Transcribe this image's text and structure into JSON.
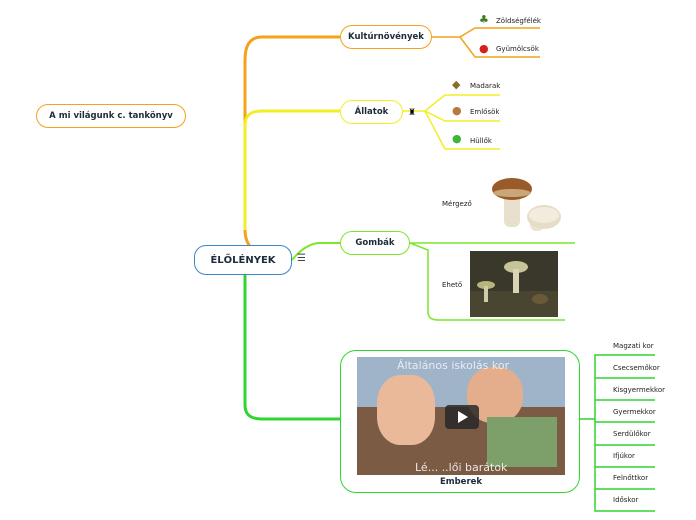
{
  "root": {
    "label": "ÉLŐLÉNYEK",
    "menu_icon": "☰"
  },
  "floating_note": {
    "label": "A mi világunk c. tankönyv"
  },
  "branches": {
    "kulturnovenyek": {
      "label": "Kultúrnövények",
      "children": [
        {
          "label": "Zöldségfélék",
          "icon": "broccoli-icon"
        },
        {
          "label": "Gyümölcsök",
          "icon": "apple-icon"
        }
      ]
    },
    "allatok": {
      "label": "Állatok",
      "side_icon": "penguin-icon",
      "children": [
        {
          "label": "Madarak",
          "icon": "duck-icon"
        },
        {
          "label": "Emlősök",
          "icon": "dog-icon"
        },
        {
          "label": "Hüllők",
          "icon": "frog-icon"
        }
      ]
    },
    "gombak": {
      "label": "Gombák",
      "children": [
        {
          "label": "Mérgező"
        },
        {
          "label": "Ehető"
        }
      ]
    },
    "emberek": {
      "label": "Emberek",
      "video": {
        "overlay_top": "Általános iskolás kor",
        "overlay_bottom": "Lé... ..lői barátok"
      },
      "children": [
        {
          "label": "Magzati kor"
        },
        {
          "label": "Csecsemőkor"
        },
        {
          "label": "Kisgyermekkor"
        },
        {
          "label": "Gyermekkor"
        },
        {
          "label": "Serdülőkor"
        },
        {
          "label": "Ifjúkor"
        },
        {
          "label": "Felnőttkor"
        },
        {
          "label": "Időskor"
        }
      ]
    }
  },
  "colors": {
    "kulturnovenyek": "#f4a21b",
    "allatok": "#f2ee25",
    "gombak": "#7be62c",
    "emberek": "#2fd62f",
    "root_border": "#3a86c8",
    "note_border": "#f4a21b"
  }
}
